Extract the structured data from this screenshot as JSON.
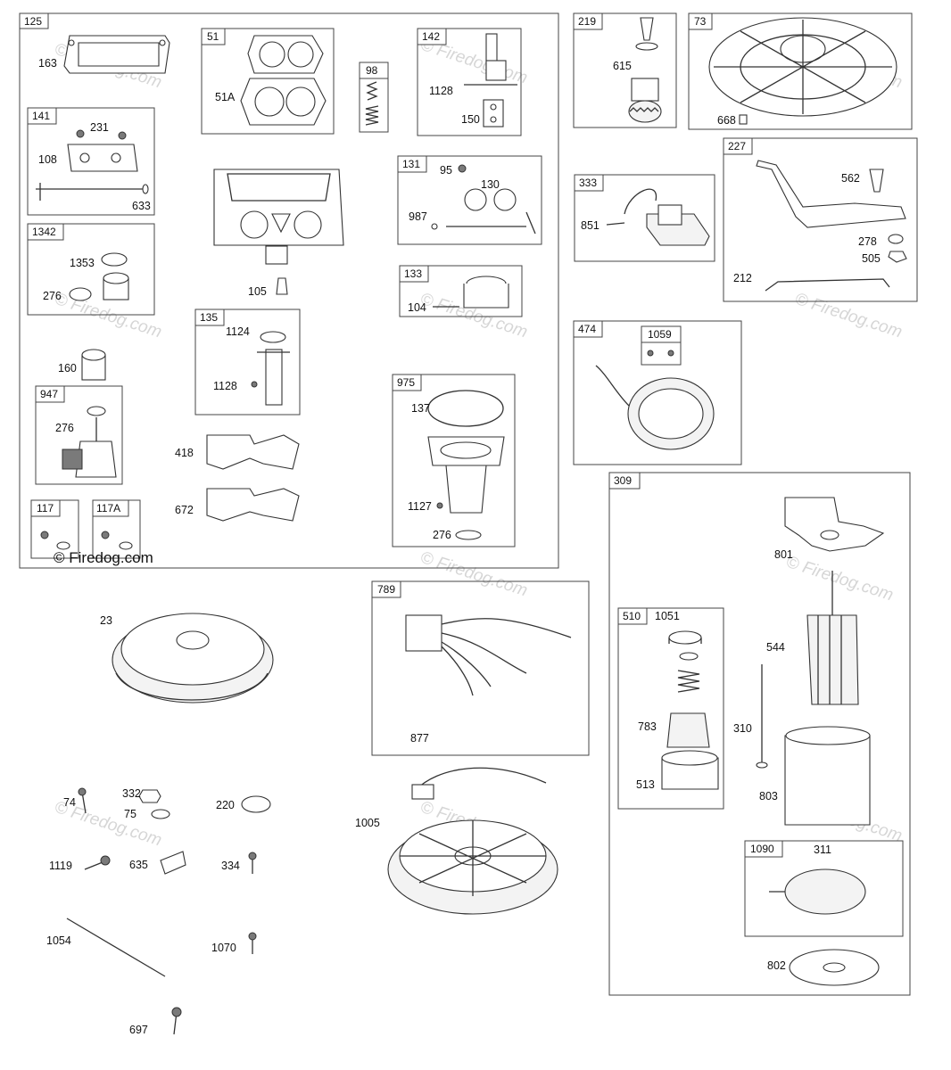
{
  "copyright": "© Firedog.com",
  "watermark": "© Firedog.com",
  "groups": [
    {
      "id": "125",
      "label": "125"
    },
    {
      "id": "51",
      "label": "51"
    },
    {
      "id": "98",
      "label": "98"
    },
    {
      "id": "142",
      "label": "142"
    },
    {
      "id": "219",
      "label": "219"
    },
    {
      "id": "73",
      "label": "73"
    },
    {
      "id": "141",
      "label": "141"
    },
    {
      "id": "1342",
      "label": "1342"
    },
    {
      "id": "131",
      "label": "131"
    },
    {
      "id": "333",
      "label": "333"
    },
    {
      "id": "227",
      "label": "227"
    },
    {
      "id": "133",
      "label": "133"
    },
    {
      "id": "135",
      "label": "135"
    },
    {
      "id": "474",
      "label": "474"
    },
    {
      "id": "1059",
      "label": "1059"
    },
    {
      "id": "947",
      "label": "947"
    },
    {
      "id": "975",
      "label": "975"
    },
    {
      "id": "117",
      "label": "117"
    },
    {
      "id": "117A",
      "label": "117A"
    },
    {
      "id": "309",
      "label": "309"
    },
    {
      "id": "789",
      "label": "789"
    },
    {
      "id": "510",
      "label": "510"
    },
    {
      "id": "1090",
      "label": "1090"
    }
  ],
  "labels": [
    {
      "id": "163",
      "text": "163"
    },
    {
      "id": "51A",
      "text": "51A"
    },
    {
      "id": "1128a",
      "text": "1128"
    },
    {
      "id": "150",
      "text": "150"
    },
    {
      "id": "615",
      "text": "615"
    },
    {
      "id": "668",
      "text": "668"
    },
    {
      "id": "231",
      "text": "231"
    },
    {
      "id": "108",
      "text": "108"
    },
    {
      "id": "633",
      "text": "633"
    },
    {
      "id": "95",
      "text": "95"
    },
    {
      "id": "130",
      "text": "130"
    },
    {
      "id": "987",
      "text": "987"
    },
    {
      "id": "851",
      "text": "851"
    },
    {
      "id": "562",
      "text": "562"
    },
    {
      "id": "278",
      "text": "278"
    },
    {
      "id": "505",
      "text": "505"
    },
    {
      "id": "212",
      "text": "212"
    },
    {
      "id": "1353",
      "text": "1353"
    },
    {
      "id": "276a",
      "text": "276"
    },
    {
      "id": "105",
      "text": "105"
    },
    {
      "id": "104",
      "text": "104"
    },
    {
      "id": "1124",
      "text": "1124"
    },
    {
      "id": "1128b",
      "text": "1128"
    },
    {
      "id": "160",
      "text": "160"
    },
    {
      "id": "276b",
      "text": "276"
    },
    {
      "id": "137",
      "text": "137"
    },
    {
      "id": "418",
      "text": "418"
    },
    {
      "id": "672",
      "text": "672"
    },
    {
      "id": "1127",
      "text": "1127"
    },
    {
      "id": "276c",
      "text": "276"
    },
    {
      "id": "801",
      "text": "801"
    },
    {
      "id": "23",
      "text": "23"
    },
    {
      "id": "1051",
      "text": "1051"
    },
    {
      "id": "544",
      "text": "544"
    },
    {
      "id": "877",
      "text": "877"
    },
    {
      "id": "783",
      "text": "783"
    },
    {
      "id": "310",
      "text": "310"
    },
    {
      "id": "513",
      "text": "513"
    },
    {
      "id": "803",
      "text": "803"
    },
    {
      "id": "74",
      "text": "74"
    },
    {
      "id": "332",
      "text": "332"
    },
    {
      "id": "75",
      "text": "75"
    },
    {
      "id": "220",
      "text": "220"
    },
    {
      "id": "1005",
      "text": "1005"
    },
    {
      "id": "311",
      "text": "311"
    },
    {
      "id": "1119",
      "text": "1119"
    },
    {
      "id": "635",
      "text": "635"
    },
    {
      "id": "334",
      "text": "334"
    },
    {
      "id": "1054",
      "text": "1054"
    },
    {
      "id": "1070",
      "text": "1070"
    },
    {
      "id": "802",
      "text": "802"
    },
    {
      "id": "697",
      "text": "697"
    }
  ]
}
